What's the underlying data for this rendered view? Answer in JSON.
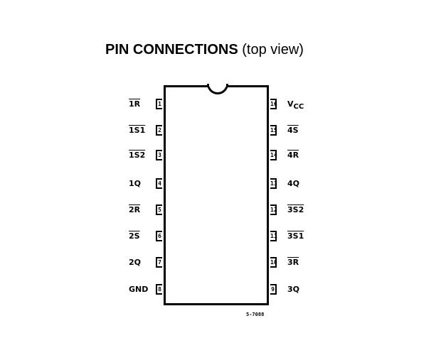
{
  "title": {
    "bold": "PIN CONNECTIONS",
    "normal": "(top view)"
  },
  "left_pins": [
    {
      "num": "1",
      "label": "1R",
      "overline": true
    },
    {
      "num": "2",
      "label": "1S1",
      "overline": true
    },
    {
      "num": "3",
      "label": "1S2",
      "overline": true
    },
    {
      "num": "4",
      "label": "1Q",
      "overline": false
    },
    {
      "num": "5",
      "label": "2R",
      "overline": true
    },
    {
      "num": "6",
      "label": "2S",
      "overline": true
    },
    {
      "num": "7",
      "label": "2Q",
      "overline": false
    },
    {
      "num": "8",
      "label": "GND",
      "overline": false
    }
  ],
  "right_pins": [
    {
      "num": "16",
      "label": "V",
      "sub": "CC",
      "overline": false
    },
    {
      "num": "15",
      "label": "4S",
      "overline": true
    },
    {
      "num": "14",
      "label": "4R",
      "overline": true
    },
    {
      "num": "13",
      "label": "4Q",
      "overline": false
    },
    {
      "num": "12",
      "label": "3S2",
      "overline": true
    },
    {
      "num": "11",
      "label": "3S1",
      "overline": true
    },
    {
      "num": "10",
      "label": "3R",
      "overline": true
    },
    {
      "num": "9",
      "label": "3Q",
      "overline": false
    }
  ],
  "drawing_code": "5-7088"
}
